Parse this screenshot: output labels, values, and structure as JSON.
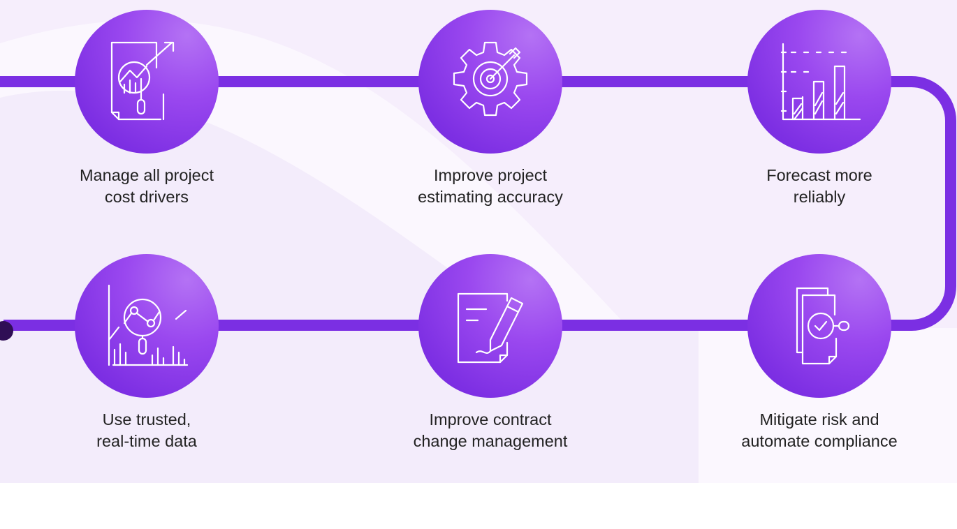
{
  "colors": {
    "panel": "#f6eefc",
    "panel_wave": "#efe4f9",
    "track": "#7b2fe3",
    "node_light": "#b472f4",
    "node_dark": "#7429df",
    "dot": "#2f0e55",
    "text": "#222222"
  },
  "steps": [
    {
      "id": "cost-drivers",
      "icon": "report-magnifier-icon",
      "lines": [
        "Manage all project",
        "cost drivers"
      ]
    },
    {
      "id": "estimating",
      "icon": "gear-target-icon",
      "lines": [
        "Improve project",
        "estimating accuracy"
      ]
    },
    {
      "id": "forecast",
      "icon": "bar-chart-icon",
      "lines": [
        "Forecast more",
        "reliably"
      ]
    },
    {
      "id": "trusted-data",
      "icon": "data-analysis-icon",
      "lines": [
        "Use trusted,",
        "real-time data"
      ]
    },
    {
      "id": "contract-change",
      "icon": "document-pen-icon",
      "lines": [
        "Improve contract",
        "change management"
      ]
    },
    {
      "id": "compliance",
      "icon": "compliance-documents-icon",
      "lines": [
        "Mitigate risk and",
        "automate compliance"
      ]
    }
  ]
}
